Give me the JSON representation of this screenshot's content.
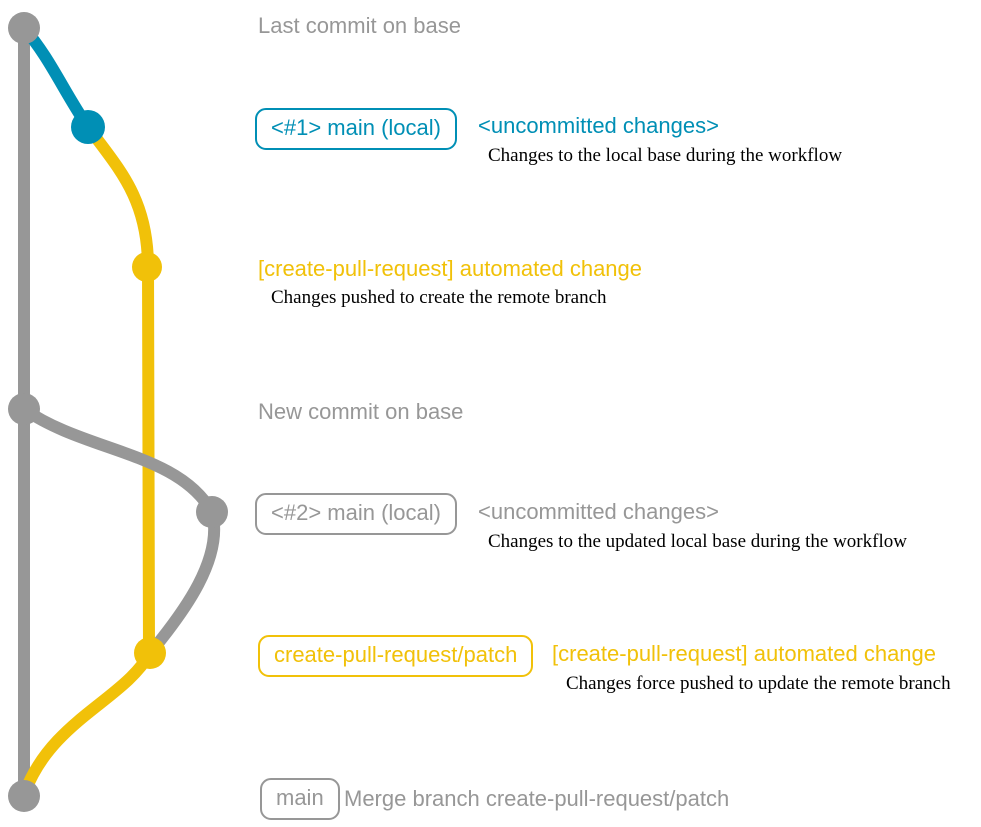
{
  "colors": {
    "gray": "#979797",
    "blue": "#008fb5",
    "yellow": "#f1c109",
    "ink": "#000000",
    "background": "#ffffff"
  },
  "graph": {
    "commits": [
      {
        "name": "last-commit-on-base",
        "color": "gray"
      },
      {
        "name": "local-main-uncommitted-1",
        "color": "blue"
      },
      {
        "name": "automated-change-push",
        "color": "yellow"
      },
      {
        "name": "new-commit-on-base",
        "color": "gray"
      },
      {
        "name": "local-main-uncommitted-2",
        "color": "gray"
      },
      {
        "name": "automated-change-force-push",
        "color": "yellow"
      },
      {
        "name": "merge-commit",
        "color": "gray"
      }
    ]
  },
  "annotations": {
    "last_commit_title": "Last commit on base",
    "row1": {
      "badge": "<#1> main (local)",
      "heading": "<uncommitted changes>",
      "note": "Changes to the local base during the workflow"
    },
    "row2": {
      "heading": "[create-pull-request] automated change",
      "note": "Changes pushed to create the remote branch"
    },
    "new_commit_title": "New commit on base",
    "row3": {
      "badge": "<#2> main (local)",
      "heading": "<uncommitted changes>",
      "note": "Changes to the updated local base during the workflow"
    },
    "row4": {
      "badge": "create-pull-request/patch",
      "heading": "[create-pull-request] automated change",
      "note": "Changes force pushed to update the remote branch"
    },
    "row5": {
      "badge": "main",
      "title": "Merge branch create-pull-request/patch"
    }
  }
}
